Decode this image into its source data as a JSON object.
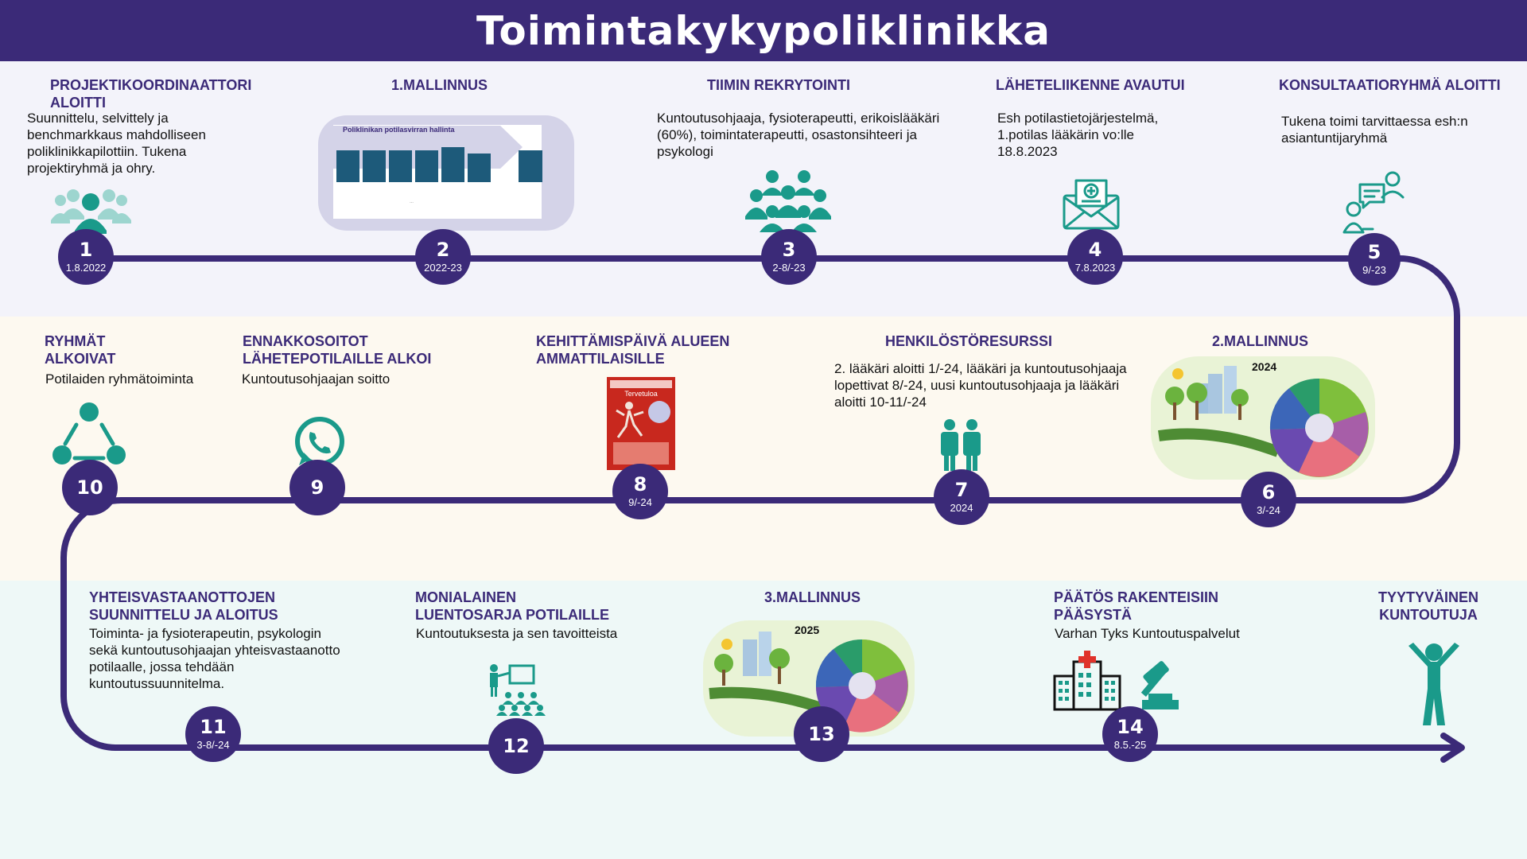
{
  "title": "Toimintakykypoliklinikka",
  "colors": {
    "primary": "#3b2a78",
    "teal": "#1a9a8a",
    "band1": "#f3f3fa",
    "band2": "#fdf9f0",
    "band3": "#eef8f7"
  },
  "milestones": [
    {
      "number": "1",
      "date": "1.8.2022",
      "title": "PROJEKTIKOORDINAATTORI ALOITTI",
      "desc": "Suunnittelu, selvittely ja benchmarkkaus mahdolliseen poliklinikkapilottiin. Tukena projektiryhmä ja ohry.",
      "icon": "team-icon"
    },
    {
      "number": "2",
      "date": "2022-23",
      "title": "1.MALLINNUS",
      "desc": "",
      "icon": "process-diagram-thumbnail",
      "thumb_caption": "Poliklinikan potilasvirran hallinta"
    },
    {
      "number": "3",
      "date": "2-8/-23",
      "title": "TIIMIN REKRYTOINTI",
      "desc": "Kuntoutusohjaaja, fysioterapeutti, erikoislääkäri (60%), toimintaterapeutti, osastonsihteeri ja psykologi",
      "icon": "group-people-icon"
    },
    {
      "number": "4",
      "date": "7.8.2023",
      "title": "LÄHETELIIKENNE AVAUTUI",
      "desc": "Esh potilastietojärjestelmä, 1.potilas lääkärin vo:lle 18.8.2023",
      "icon": "medical-mail-icon"
    },
    {
      "number": "5",
      "date": "9/-23",
      "title": "KONSULTAATIORYHMÄ ALOITTI",
      "desc": "Tukena toimi tarvittaessa esh:n asiantuntijaryhmä",
      "icon": "consultation-chat-icon"
    },
    {
      "number": "6",
      "date": "3/-24",
      "title": "2.MALLINNUS",
      "desc": "",
      "icon": "service-model-2024-thumbnail",
      "thumb_year": "2024"
    },
    {
      "number": "7",
      "date": "2024",
      "title": "HENKILÖSTÖRESURSSI",
      "desc": "2. lääkäri aloitti 1/-24, lääkäri ja kuntoutusohjaaja lopettivat 8/-24, uusi kuntoutusohjaaja ja lääkäri aloitti 10-11/-24",
      "icon": "staff-icon"
    },
    {
      "number": "8",
      "date": "9/-24",
      "title": "KEHITTÄMISPÄIVÄ ALUEEN AMMATTILAISILLE",
      "desc": "",
      "icon": "event-poster-thumbnail",
      "poster_word": "Tervetuloa"
    },
    {
      "number": "9",
      "date": "",
      "title": "ENNAKKOSOITOT LÄHETEPOTILAILLE ALKOI",
      "desc": "Kuntoutusohjaajan soitto",
      "icon": "phone-call-icon"
    },
    {
      "number": "10",
      "date": "",
      "title": "RYHMÄT ALKOIVAT",
      "desc": "Potilaiden ryhmätoiminta",
      "icon": "group-cycle-icon"
    },
    {
      "number": "11",
      "date": "3-8/-24",
      "title": "YHTEISVASTAANOTTOJEN SUUNNITTELU JA ALOITUS",
      "desc": "Toiminta- ja fysioterapeutin, psykologin sekä kuntoutusohjaajan yhteisvastaanotto potilaalle, jossa tehdään kuntoutussuunnitelma.",
      "icon": ""
    },
    {
      "number": "12",
      "date": "",
      "title": "MONIALAINEN LUENTOSARJA POTILAILLE",
      "desc": "Kuntoutuksesta ja sen tavoitteista",
      "icon": "lecture-icon"
    },
    {
      "number": "13",
      "date": "",
      "title": "3.MALLINNUS",
      "desc": "",
      "icon": "service-model-2025-thumbnail",
      "thumb_year": "2025"
    },
    {
      "number": "14",
      "date": "8.5.-25",
      "title": "PÄÄTÖS RAKENTEISIIN PÄÄSYSTÄ",
      "desc": "Varhan Tyks Kuntoutuspalvelut",
      "icon": "hospital-gavel-icon"
    },
    {
      "number": "",
      "date": "",
      "title": "TYYTYVÄINEN KUNTOUTUJA",
      "desc": "",
      "icon": "happy-person-icon"
    }
  ]
}
